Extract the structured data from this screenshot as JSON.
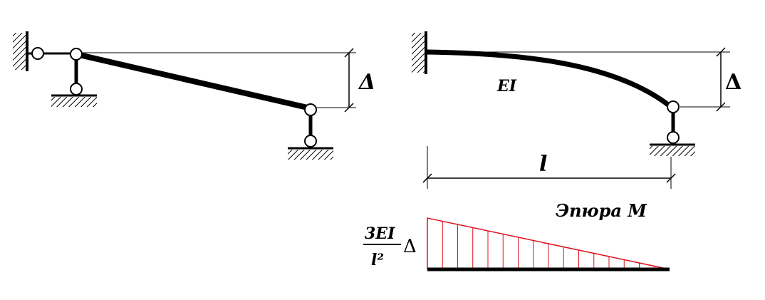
{
  "left_scheme": {
    "delta_label": "Δ"
  },
  "right_scheme": {
    "stiffness_label": "EI",
    "delta_label": "Δ",
    "length_label": "l"
  },
  "moment_diagram": {
    "title": "Эпюра M",
    "max_value_numerator": "3EI",
    "max_value_denominator": "l²",
    "max_value_suffix": "Δ",
    "diagram_color": "#e0101a",
    "axis_color": "#000000"
  }
}
